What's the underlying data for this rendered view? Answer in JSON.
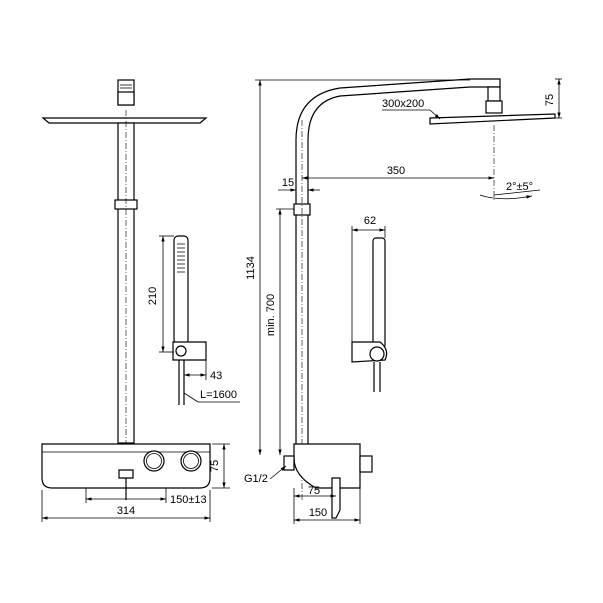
{
  "colors": {
    "line": "#000000",
    "background": "#ffffff",
    "glass": "#e6e6e6"
  },
  "dimensions": {
    "head_size": "300x200",
    "head_height": "75",
    "arm_projection": "350",
    "pipe_offset": "15",
    "tilt": "2°±5°",
    "overall_height": "1134",
    "min_height": "min. 700",
    "handshower_length": "210",
    "holder_width": "43",
    "hose_length": "L=1600",
    "holder_depth": "62",
    "thermostat_width": "314",
    "thermostat_height": "75",
    "inlet_centers": "150±13",
    "connection": "G1/2",
    "spout_offset": "75",
    "thermostat_depth": "150"
  }
}
